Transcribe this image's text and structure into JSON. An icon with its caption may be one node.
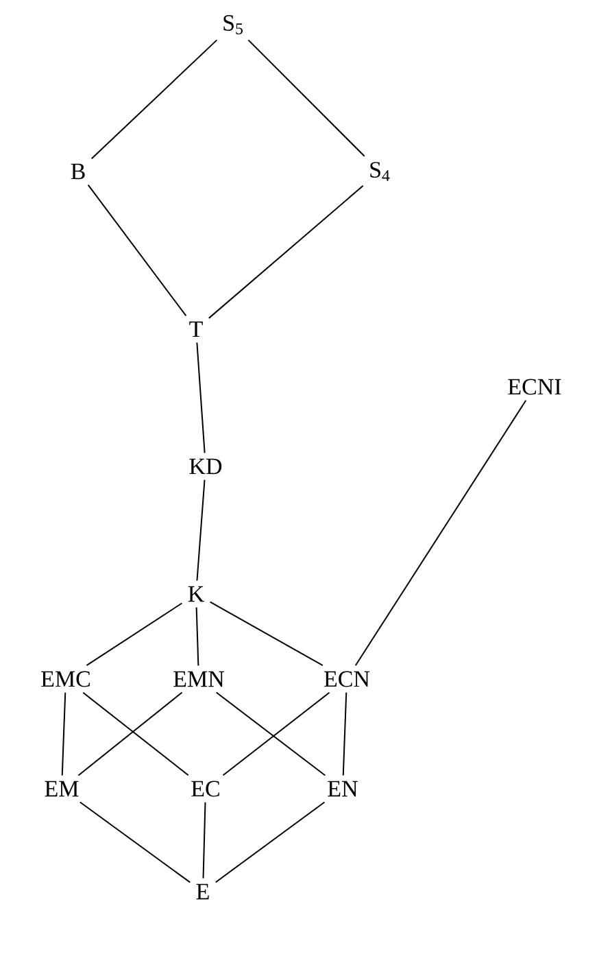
{
  "diagram": {
    "nodes": [
      {
        "text": [
          "S$_{5}$"
        ]
      },
      {
        "text": [
          "B"
        ]
      },
      {
        "text": [
          "S$_{4}$"
        ]
      },
      {
        "text": [
          "T"
        ]
      },
      {
        "text": [
          "KD"
        ]
      },
      {
        "text": [
          "ECNI"
        ]
      },
      {
        "text": [
          "K"
        ]
      },
      {
        "text": [
          "EMC"
        ]
      },
      {
        "text": [
          "EMN"
        ]
      },
      {
        "text": [
          "ECN"
        ]
      },
      {
        "text": [
          "EM"
        ]
      },
      {
        "text": [
          "EC"
        ]
      },
      {
        "text": [
          "EN"
        ]
      },
      {
        "text": [
          "E"
        ]
      }
    ],
    "edges": [
      {
        "from": 0,
        "to": 1,
        "arrow": "none"
      },
      {
        "from": 0,
        "to": 2,
        "arrow": "none"
      },
      {
        "from": 1,
        "to": 3,
        "arrow": "none"
      },
      {
        "from": 2,
        "to": 3,
        "arrow": "none"
      },
      {
        "from": 3,
        "to": 4,
        "arrow": "none"
      },
      {
        "from": 4,
        "to": 6,
        "arrow": "none"
      },
      {
        "from": 5,
        "to": 9,
        "arrow": "none"
      },
      {
        "from": 6,
        "to": 7,
        "arrow": "none"
      },
      {
        "from": 6,
        "to": 8,
        "arrow": "none"
      },
      {
        "from": 6,
        "to": 9,
        "arrow": "none"
      },
      {
        "from": 7,
        "to": 10,
        "arrow": "none"
      },
      {
        "from": 7,
        "to": 11,
        "arrow": "none"
      },
      {
        "from": 8,
        "to": 10,
        "arrow": "none"
      },
      {
        "from": 8,
        "to": 12,
        "arrow": "none"
      },
      {
        "from": 9,
        "to": 11,
        "arrow": "none"
      },
      {
        "from": 9,
        "to": 12,
        "arrow": "none"
      },
      {
        "from": 10,
        "to": 13,
        "arrow": "none"
      },
      {
        "from": 11,
        "to": 13,
        "arrow": "none"
      },
      {
        "from": 12,
        "to": 13,
        "arrow": "none"
      }
    ]
  }
}
